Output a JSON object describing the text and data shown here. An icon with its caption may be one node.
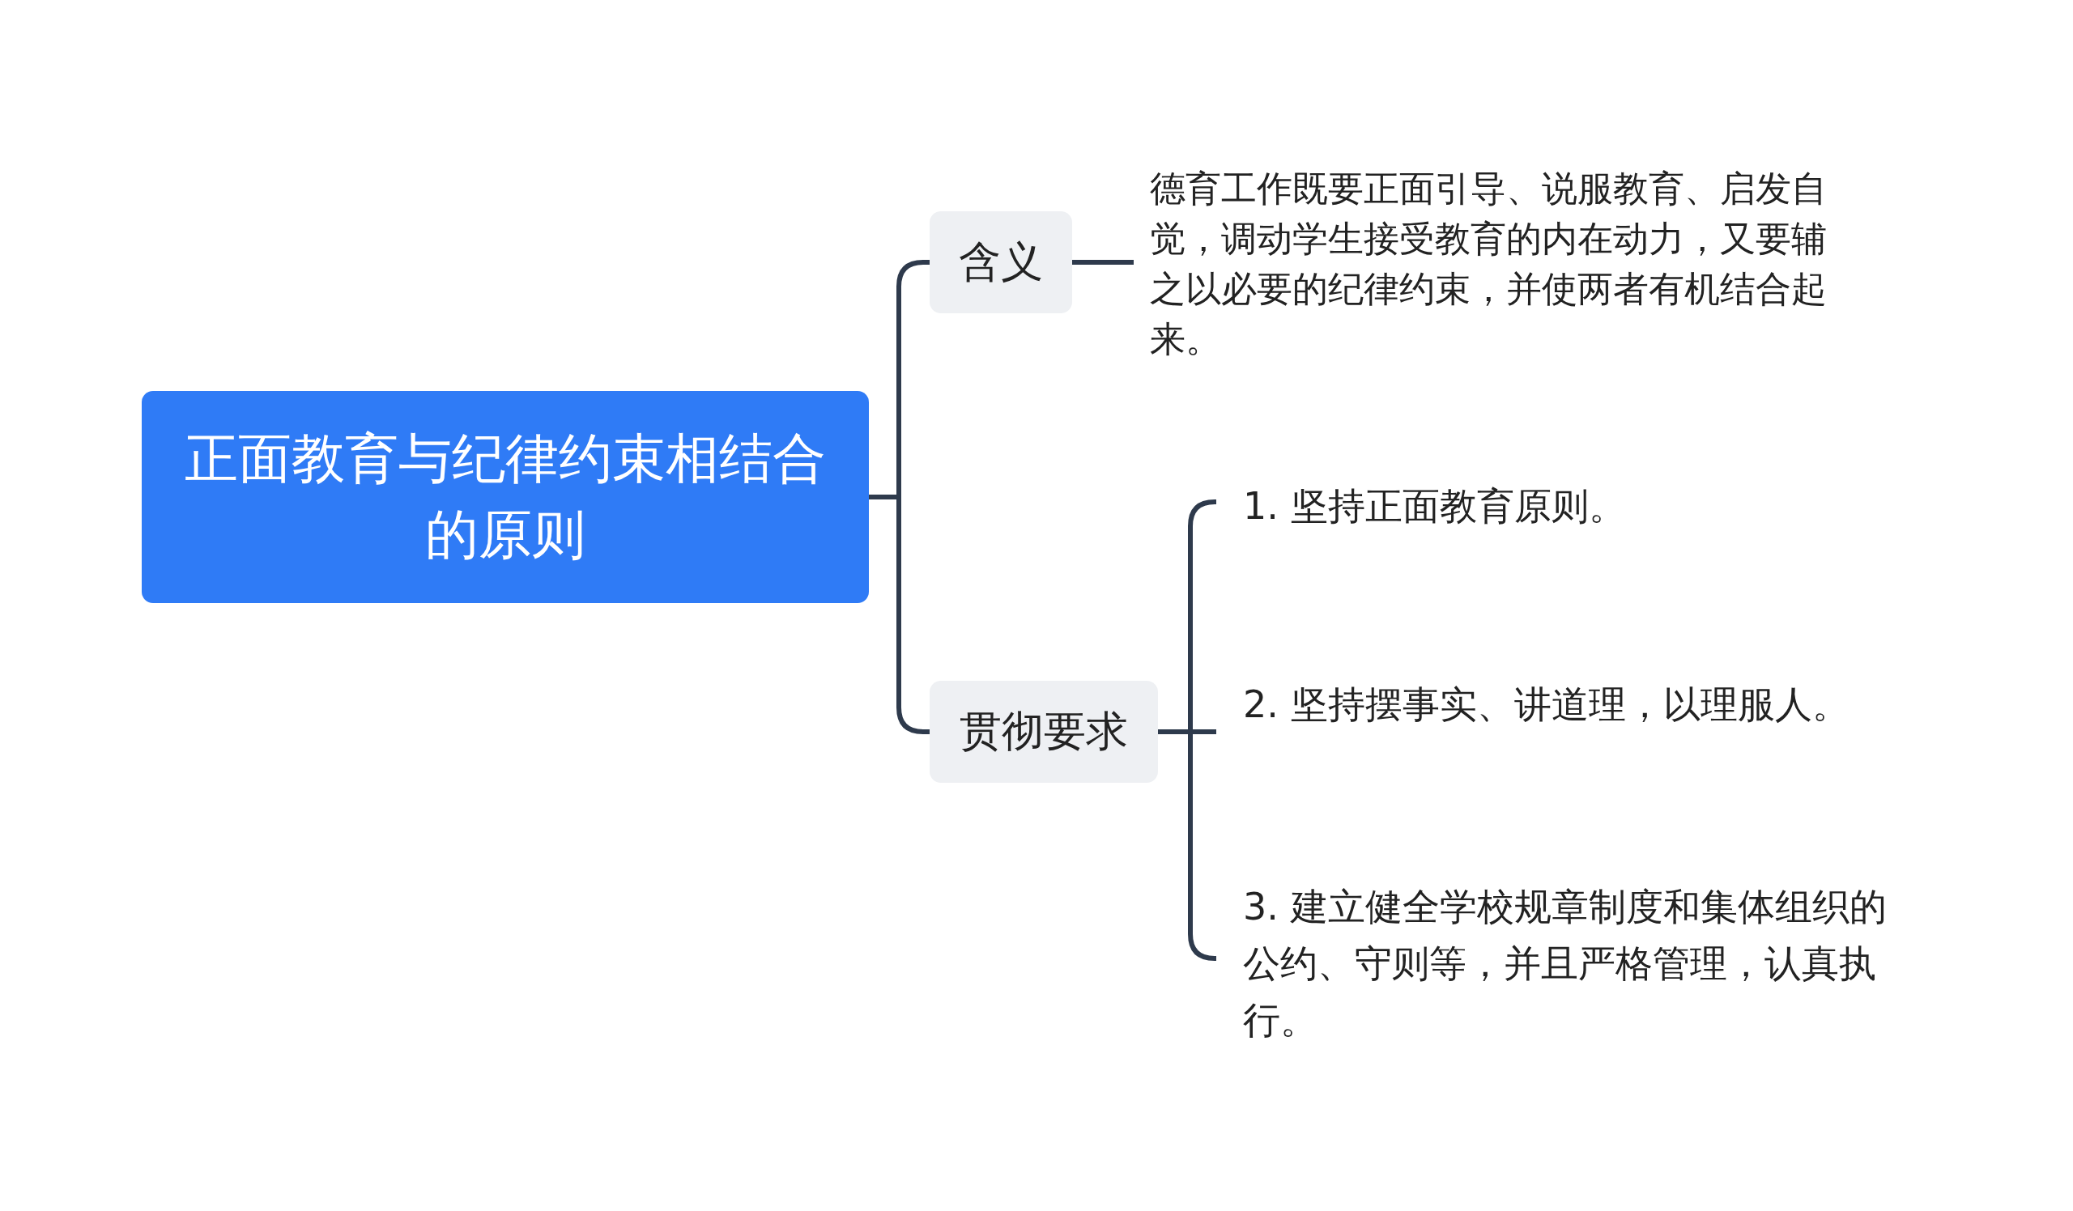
{
  "diagram": {
    "nodes": [
      {
        "text": [
          "正面教育与纪律约束相结合的原则"
        ]
      },
      {
        "text": [
          "含义"
        ]
      },
      {
        "text": [
          "德育工作既要正面引导、说服教育、启发自觉，调动学生接受教育的内在动力，又要辅之以必要的纪律约束，并使两者有机结合起来。"
        ]
      },
      {
        "text": [
          "贯彻要求"
        ]
      },
      {
        "text": [
          "1. 坚持正面教育原则。"
        ]
      },
      {
        "text": [
          "2. 坚持摆事实、讲道理，以理服人。"
        ]
      },
      {
        "text": [
          "3. 建立健全学校规章制度和集体组织的公约、守则等，并且严格管理，认真执行。"
        ]
      }
    ],
    "edges": [
      {
        "from": 0,
        "to": 1,
        "arrow": "none"
      },
      {
        "from": 0,
        "to": 3,
        "arrow": "none"
      },
      {
        "from": 1,
        "to": 2,
        "arrow": "none"
      },
      {
        "from": 3,
        "to": 4,
        "arrow": "none"
      },
      {
        "from": 3,
        "to": 5,
        "arrow": "none"
      },
      {
        "from": 3,
        "to": 6,
        "arrow": "none"
      }
    ]
  }
}
